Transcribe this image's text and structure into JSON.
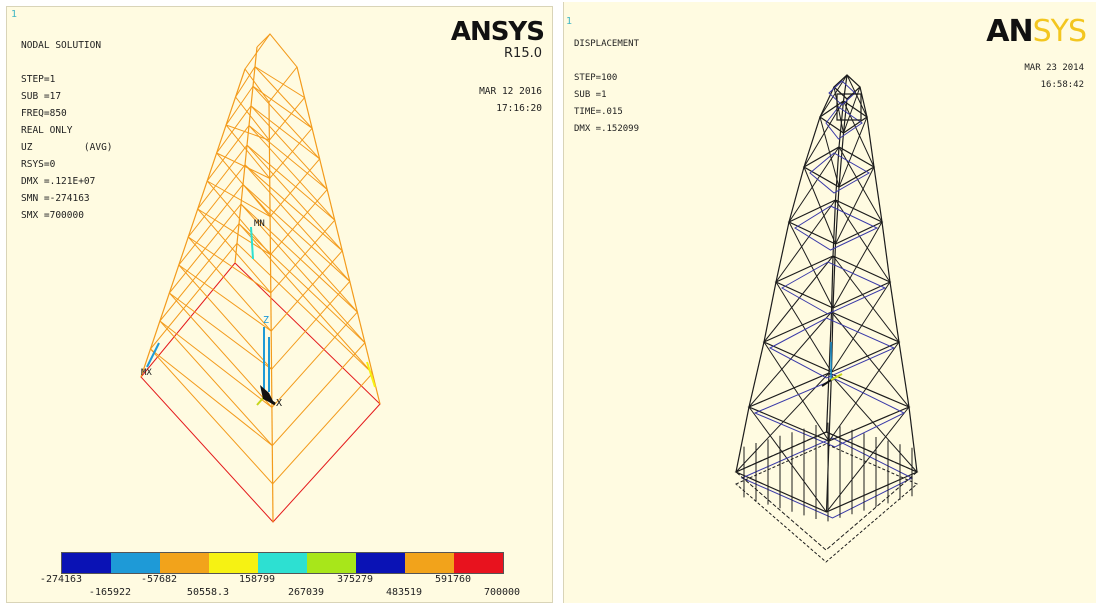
{
  "left": {
    "viewport_number": "1",
    "info_lines": [
      "NODAL SOLUTION",
      "",
      "STEP=1",
      "SUB =17",
      "FREQ=850",
      "REAL ONLY",
      "UZ         (AVG)",
      "RSYS=0",
      "DMX =.121E+07",
      "SMN =-274163",
      "SMX =700000"
    ],
    "logo_text": "ANSYS",
    "version": "R15.0",
    "date": "MAR 12 2016",
    "time": "17:16:20",
    "label_mn": "MN",
    "label_mx": "MX",
    "axis_z": "Z",
    "axis_x": "X",
    "legend_colors": [
      "#0a12b5",
      "#1e9ad7",
      "#f2a31b",
      "#f6f213",
      "#2de0d2",
      "#a8e61a",
      "#0a12b5",
      "#f2a31b",
      "#e8121e"
    ],
    "legend_top_labels": [
      "-274163",
      "-57682",
      "158799",
      "375279",
      "591760"
    ],
    "legend_bottom_labels": [
      "-165922",
      "50558.3",
      "267039",
      "483519",
      "700000"
    ]
  },
  "right": {
    "viewport_number": "1",
    "info_lines": [
      "DISPLACEMENT",
      "",
      "STEP=100",
      "SUB =1",
      "TIME=.015",
      "DMX =.152099"
    ],
    "logo_text_dark": "AN",
    "logo_text_light": "SYS",
    "date": "MAR 23 2014",
    "time": "16:58:42"
  },
  "colors": {
    "panel_bg": "#fffbe1",
    "mesh_orange": "#f39b1c",
    "mesh_red": "#e41a1c",
    "deformed_blue": "#3a3aa8",
    "structure_dark": "#1c1c1c",
    "logo_gold": "#f3c61f"
  }
}
